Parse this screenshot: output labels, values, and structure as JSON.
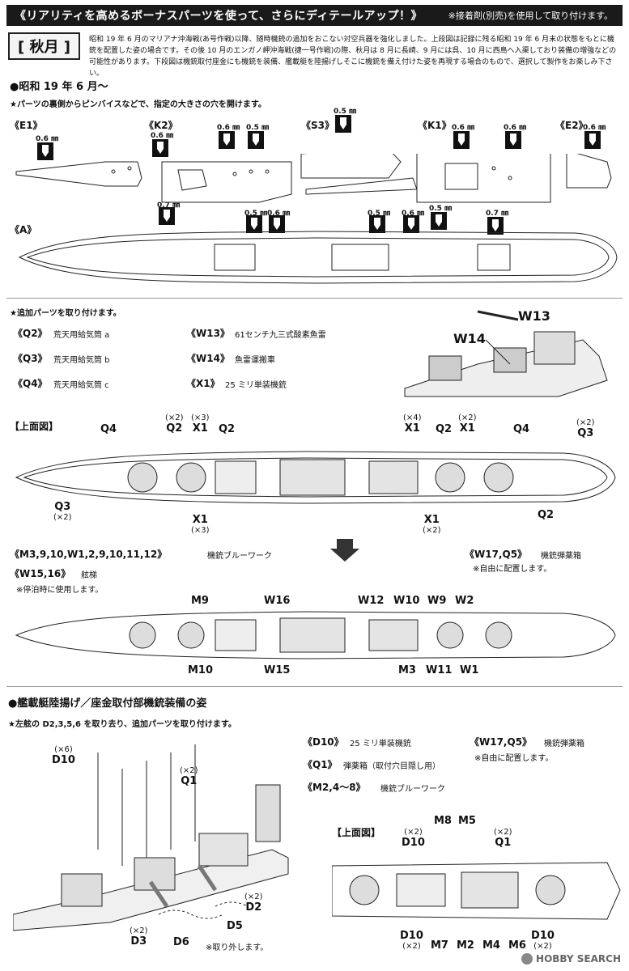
{
  "header": {
    "title": "《リアリティを高めるボーナスパーツを使って、さらにディテールアップ！》",
    "note": "※接着剤(別売)を使用して取り付けます。"
  },
  "ship": {
    "name": "[ 秋月 ]",
    "intro": "昭和 19 年 6 月のマリアナ沖海戦(あ号作戦)以降、随時機銃の追加をおこない対空兵器を強化しました。上段図は記録に残る昭和 19 年 6 月末の状態をもとに機銃を配置した姿の場合です。その後 10 月のエンガノ岬沖海戦(捷一号作戦)の際、秋月は 8 月に長崎、9 月には呉、10 月に西島へ入渠しており装備の増強などの可能性があります。下段図は機銃取付座金にも機銃を装備、艦載艇を陸揚げしそこに機銃を備え付けた姿を再現する場合のもので、選択して製作をお楽しみ下さい。"
  },
  "section1": {
    "heading": "●昭和 19 年 6 月～",
    "drill_note": "★パーツの裏側からピンバイスなどで、指定の大きさの穴を開けます。",
    "parts": [
      "《E1》",
      "《K2》",
      "《S3》",
      "《K1》",
      "《E2》",
      "《A》"
    ],
    "sizes": {
      "e1": "0.6 ㎜",
      "k2a": "0.6 ㎜",
      "k2b": "0.6 ㎜",
      "k2c": "0.5 ㎜",
      "k2d": "0.7 ㎜",
      "k2e": "0.5 ㎜",
      "k2f": "0.6 ㎜",
      "s3": "0.5 ㎜",
      "k1a": "0.6 ㎜",
      "k1b": "0.6 ㎜",
      "k1c": "0.5 ㎜",
      "k1d": "0.6 ㎜",
      "k1e": "0.5 ㎜",
      "k1f": "0.7 ㎜",
      "e2": "0.6 ㎜"
    }
  },
  "section2": {
    "add_note": "★追加パーツを取り付けます。",
    "parts": [
      {
        "id": "《Q2》",
        "name": "荒天用給気筒 a"
      },
      {
        "id": "《Q3》",
        "name": "荒天用給気筒 b"
      },
      {
        "id": "《Q4》",
        "name": "荒天用給気筒 c"
      },
      {
        "id": "《W13》",
        "name": "61センチ九三式酸素魚雷"
      },
      {
        "id": "《W14》",
        "name": "魚雷運搬車"
      },
      {
        "id": "《X1》",
        "name": "25 ミリ単装機銃"
      }
    ],
    "w13": "W13",
    "w14": "W14",
    "top_view": "【上面図】",
    "callouts": {
      "q4a": "Q4",
      "q2a": "Q2",
      "x1a": "X1",
      "q2b": "Q2",
      "x1b": "X1",
      "q2c": "Q2",
      "x1c": "X1",
      "q4b": "Q4",
      "q3a": "Q3",
      "q3b": "Q3",
      "x1d": "X1",
      "x1e": "X1",
      "q2d": "Q2",
      "x2": "(×2)",
      "x3": "(×3)",
      "x4": "(×4)"
    }
  },
  "section3": {
    "line1_id": "《M3,9,10,W1,2,9,10,11,12》",
    "line1_name": "機銃ブルーワーク",
    "line2_id": "《W15,16》",
    "line2_name": "舷梯",
    "line2_note": "※停泊時に使用します。",
    "ammo_id": "《W17,Q5》",
    "ammo_name": "機銃弾薬箱",
    "ammo_note": "※自由に配置します。",
    "callouts": {
      "m9": "M9",
      "w16": "W16",
      "w12": "W12",
      "w10": "W10",
      "w9": "W9",
      "w2": "W2",
      "m10": "M10",
      "w15": "W15",
      "m3": "M3",
      "w11": "W11",
      "w1": "W1"
    }
  },
  "section4": {
    "heading": "●艦載艇陸揚げ／座金取付部機銃装備の姿",
    "note": "★左舷の D2,3,5,6 を取り去り、追加パーツを取り付けます。",
    "parts": [
      {
        "id": "《D10》",
        "name": "25 ミリ単装機銃"
      },
      {
        "id": "《Q1》",
        "name": "弾薬箱（取付穴目隠し用）"
      },
      {
        "id": "《M2,4～8》",
        "name": "機銃ブルーワーク"
      }
    ],
    "ammo_id": "《W17,Q5》",
    "ammo_name": "機銃弾薬箱",
    "ammo_note": "※自由に配置します。",
    "remove_note": "※取り外します。",
    "top_view": "【上面図】",
    "callouts": {
      "d10a": "D10",
      "q1a": "Q1",
      "d2": "D2",
      "d3": "D3",
      "d5": "D5",
      "d6": "D6",
      "m8": "M8",
      "m5": "M5",
      "d10b": "D10",
      "q1b": "Q1",
      "d10c": "D10",
      "m7": "M7",
      "m2": "M2",
      "m4": "M4",
      "m6": "M6",
      "d10d": "D10",
      "x6": "(×6)",
      "x2": "(×2)"
    }
  },
  "watermark": "HOBBY SEARCH"
}
